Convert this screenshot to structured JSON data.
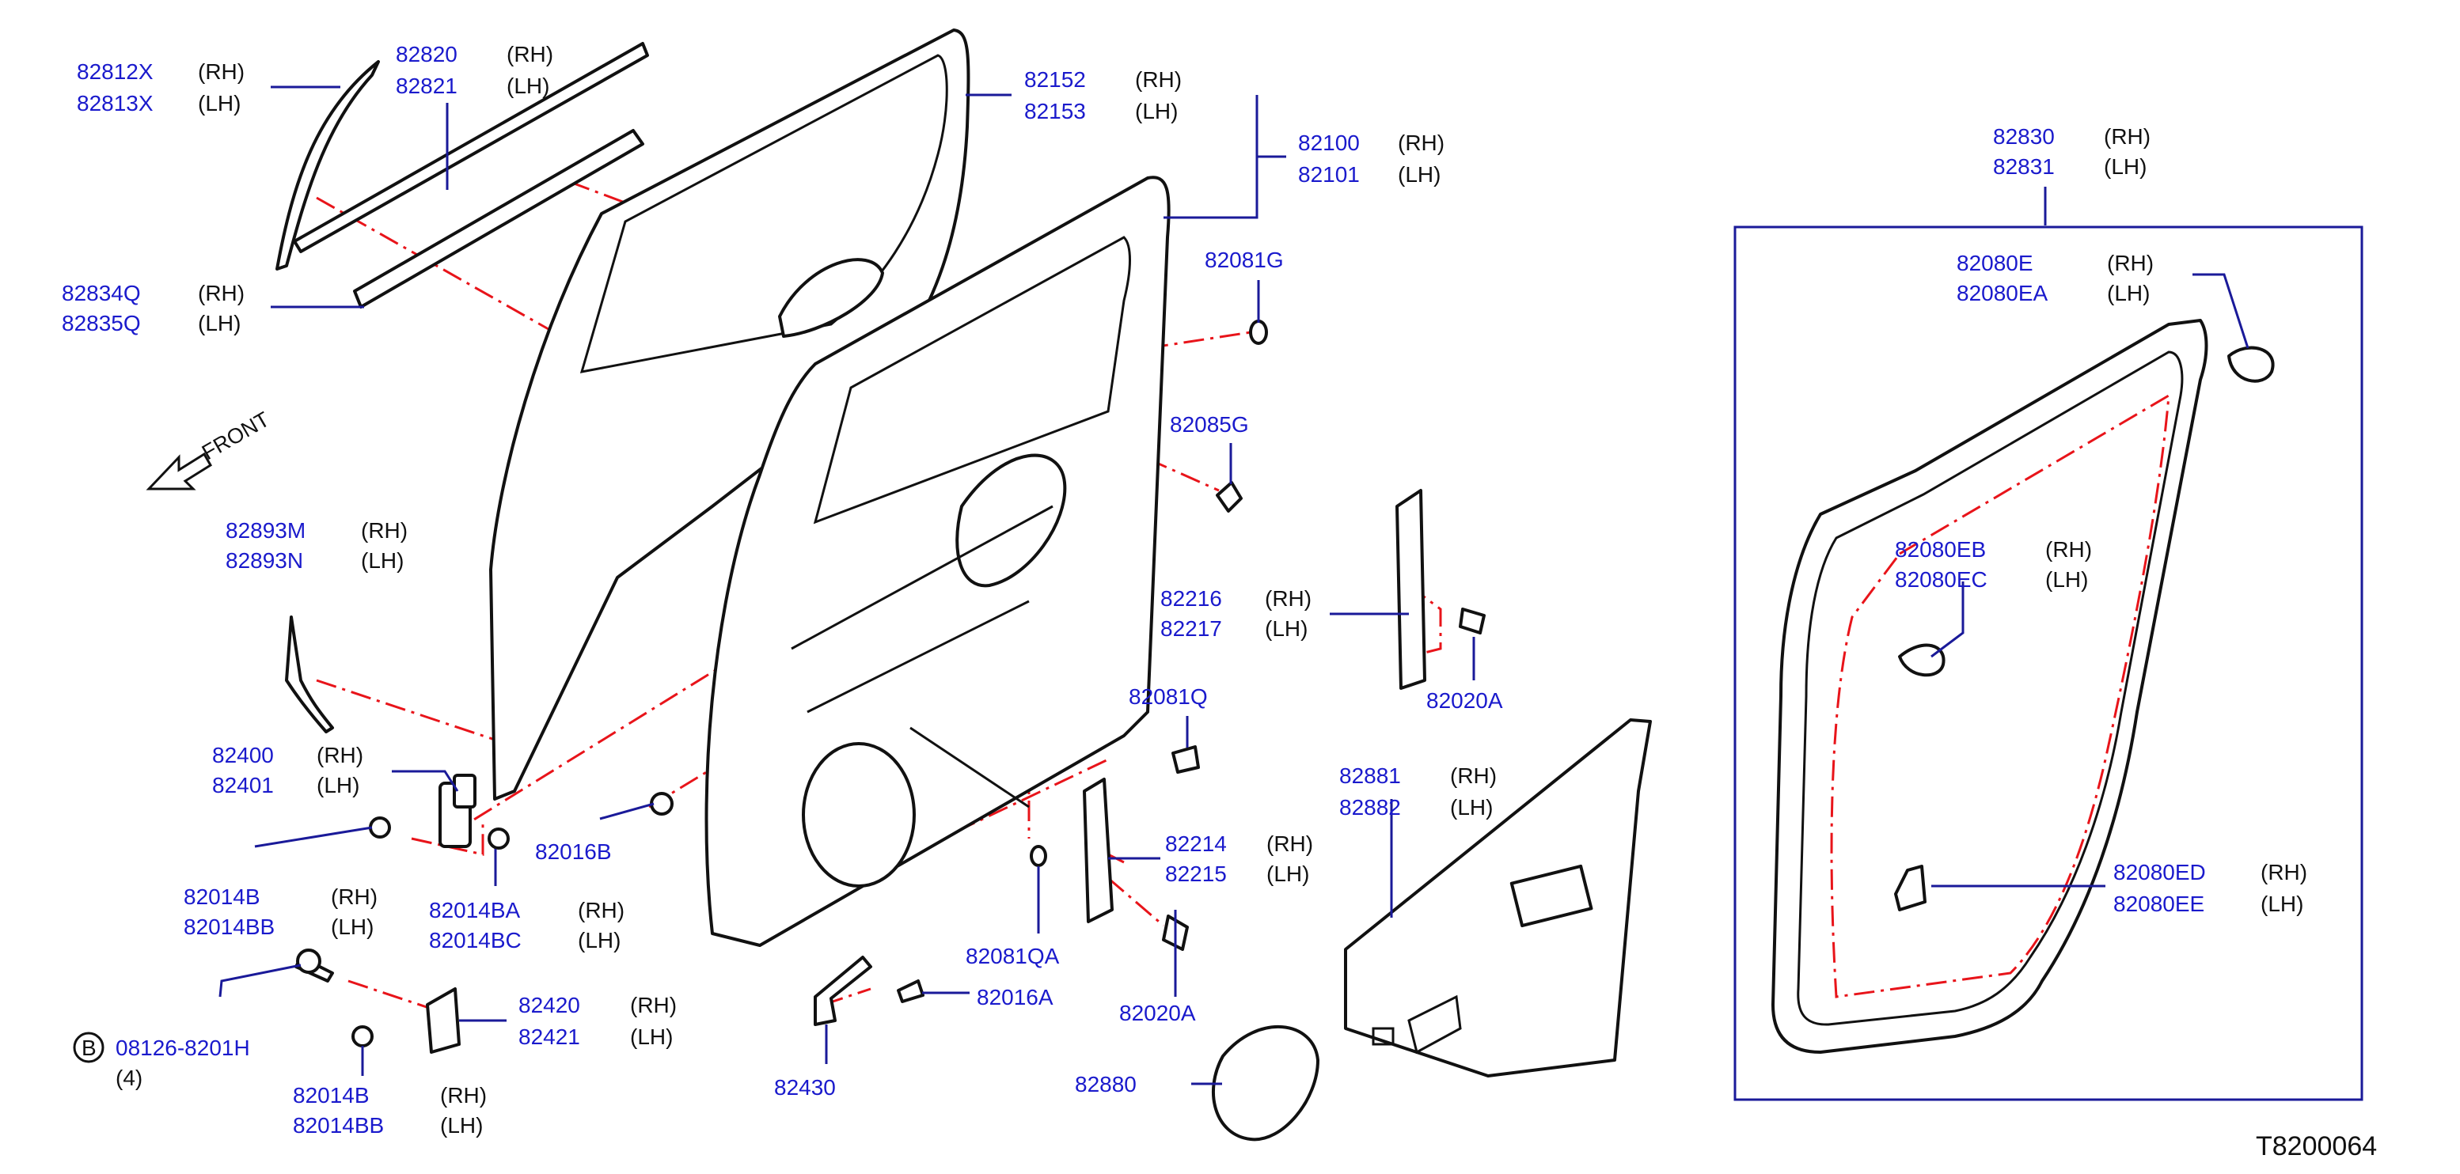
{
  "diagram_code": "T8200064",
  "front_label": "FRONT",
  "colors": {
    "part_number": "#1a1acc",
    "leader": "#1a1a99",
    "phantom_line": "#e8141a",
    "outline": "#111111"
  },
  "icons": {
    "front_arrow": "front-arrow-icon",
    "bolt_marker": "circled-b-icon"
  },
  "bolt_marker": {
    "letter": "B",
    "number": "08126-8201H",
    "qty": "(4)"
  },
  "labels": [
    {
      "id": "molding-upper",
      "rh": "82812X",
      "lh": "82813X",
      "rh_side": "(RH)",
      "lh_side": "(LH)"
    },
    {
      "id": "weatherstrip-outer",
      "rh": "82820",
      "lh": "82821",
      "rh_side": "(RH)",
      "lh_side": "(LH)"
    },
    {
      "id": "door-glass-run",
      "rh": "82834Q",
      "lh": "82835Q",
      "rh_side": "(RH)",
      "lh_side": "(LH)"
    },
    {
      "id": "door-sash",
      "rh": "82152",
      "lh": "82153",
      "rh_side": "(RH)",
      "lh_side": "(LH)"
    },
    {
      "id": "door-panel",
      "rh": "82100",
      "lh": "82101",
      "rh_side": "(RH)",
      "lh_side": "(LH)"
    },
    {
      "id": "seal-lower",
      "rh": "82893M",
      "lh": "82893N",
      "rh_side": "(RH)",
      "lh_side": "(LH)"
    },
    {
      "id": "hinge-upper",
      "rh": "82400",
      "lh": "82401",
      "rh_side": "(RH)",
      "lh_side": "(LH)"
    },
    {
      "id": "hinge-bolt-a",
      "rh": "82014B",
      "lh": "82014BB",
      "rh_side": "(RH)",
      "lh_side": "(LH)"
    },
    {
      "id": "hinge-bolt-b",
      "rh": "82014BA",
      "lh": "82014BC",
      "rh_side": "(RH)",
      "lh_side": "(LH)"
    },
    {
      "id": "hinge-lower",
      "rh": "82420",
      "lh": "82421",
      "rh_side": "(RH)",
      "lh_side": "(LH)"
    },
    {
      "id": "hinge-bolt-c",
      "rh": "82014B",
      "lh": "82014BB",
      "rh_side": "(RH)",
      "lh_side": "(LH)"
    },
    {
      "id": "rear-sash",
      "rh": "82216",
      "lh": "82217",
      "rh_side": "(RH)",
      "lh_side": "(LH)"
    },
    {
      "id": "lower-sash",
      "rh": "82214",
      "lh": "82215",
      "rh_side": "(RH)",
      "lh_side": "(LH)"
    },
    {
      "id": "sealing-screen",
      "rh": "82881",
      "lh": "82882",
      "rh_side": "(RH)",
      "lh_side": "(LH)"
    },
    {
      "id": "weatherstrip-body",
      "rh": "82830",
      "lh": "82831",
      "rh_side": "(RH)",
      "lh_side": "(LH)"
    },
    {
      "id": "clip-e",
      "rh": "82080E",
      "lh": "82080EA",
      "rh_side": "(RH)",
      "lh_side": "(LH)"
    },
    {
      "id": "clip-eb",
      "rh": "82080EB",
      "lh": "82080EC",
      "rh_side": "(RH)",
      "lh_side": "(LH)"
    },
    {
      "id": "clip-ed",
      "rh": "82080ED",
      "lh": "82080EE",
      "rh_side": "(RH)",
      "lh_side": "(LH)"
    }
  ],
  "singles": {
    "grommet_g": "82081G",
    "plug": "82085G",
    "grommet_q": "82081Q",
    "grommet_qa": "82081QA",
    "nut_b": "82016B",
    "nut_a": "82016A",
    "bolt_rear": "82020A",
    "bolt_lower": "82020A",
    "check_link": "82430",
    "hole_cover": "82880"
  }
}
